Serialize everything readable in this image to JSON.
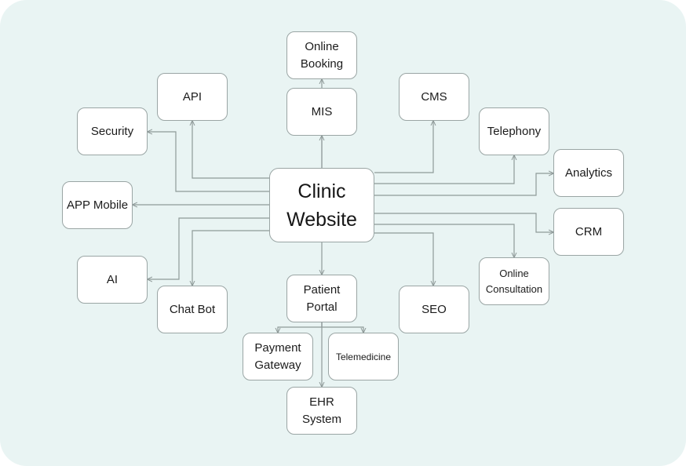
{
  "diagram": {
    "center": {
      "id": "website",
      "label": "Clinic\nWebsite"
    },
    "nodes": [
      {
        "id": "booking",
        "label": "Online\nBooking"
      },
      {
        "id": "api",
        "label": "API"
      },
      {
        "id": "mis",
        "label": "MIS"
      },
      {
        "id": "cms",
        "label": "CMS"
      },
      {
        "id": "security",
        "label": "Security"
      },
      {
        "id": "telephony",
        "label": "Telephony"
      },
      {
        "id": "analytics",
        "label": "Analytics"
      },
      {
        "id": "app",
        "label": "APP Mobile"
      },
      {
        "id": "crm",
        "label": "CRM"
      },
      {
        "id": "ai",
        "label": "AI"
      },
      {
        "id": "consult",
        "label": "Online\nConsultation"
      },
      {
        "id": "chatbot",
        "label": "Chat Bot"
      },
      {
        "id": "portal",
        "label": "Patient\nPortal"
      },
      {
        "id": "seo",
        "label": "SEO"
      },
      {
        "id": "payment",
        "label": "Payment\nGateway"
      },
      {
        "id": "telemed",
        "label": "Telemedicine"
      },
      {
        "id": "ehr",
        "label": "EHR\nSystem"
      }
    ],
    "edges": [
      {
        "from": "website",
        "to": "booking"
      },
      {
        "from": "website",
        "to": "mis"
      },
      {
        "from": "website",
        "to": "api"
      },
      {
        "from": "website",
        "to": "security"
      },
      {
        "from": "website",
        "to": "cms"
      },
      {
        "from": "website",
        "to": "telephony"
      },
      {
        "from": "website",
        "to": "analytics"
      },
      {
        "from": "website",
        "to": "app"
      },
      {
        "from": "website",
        "to": "crm"
      },
      {
        "from": "website",
        "to": "consult"
      },
      {
        "from": "website",
        "to": "seo"
      },
      {
        "from": "website",
        "to": "ai"
      },
      {
        "from": "website",
        "to": "chatbot"
      },
      {
        "from": "website",
        "to": "portal"
      },
      {
        "from": "portal",
        "to": "payment"
      },
      {
        "from": "portal",
        "to": "telemed"
      },
      {
        "from": "portal",
        "to": "ehr"
      }
    ]
  }
}
